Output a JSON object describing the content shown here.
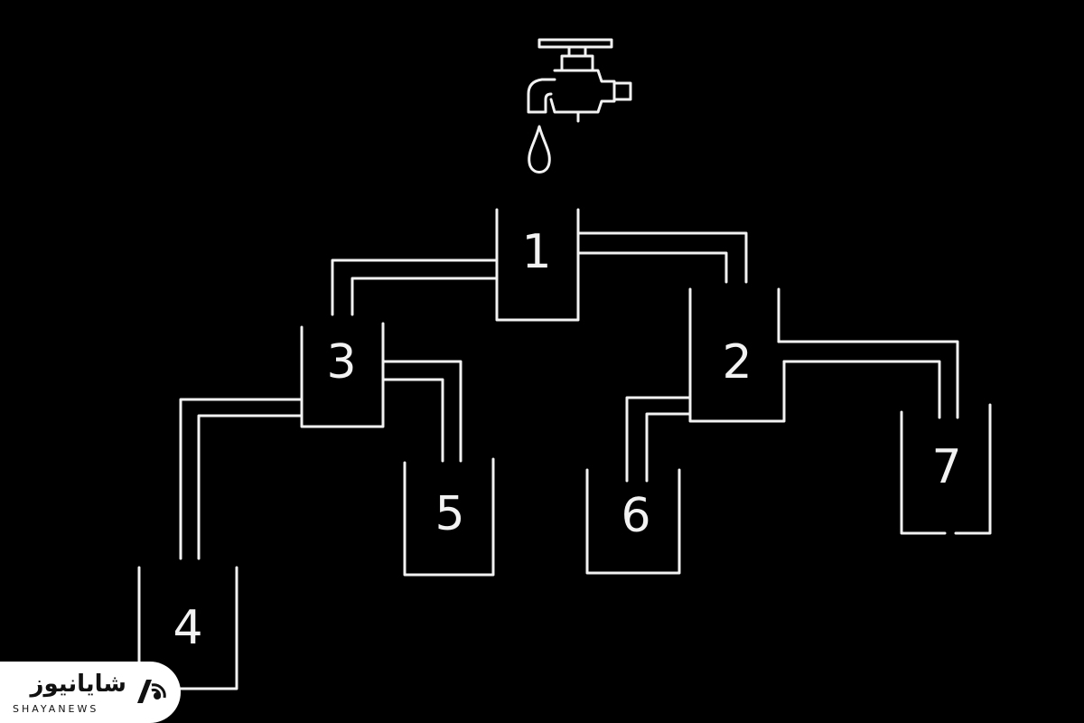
{
  "diagram": {
    "containers": [
      {
        "id": "c1",
        "label": "1"
      },
      {
        "id": "c2",
        "label": "2"
      },
      {
        "id": "c3",
        "label": "3"
      },
      {
        "id": "c4",
        "label": "4"
      },
      {
        "id": "c5",
        "label": "5"
      },
      {
        "id": "c6",
        "label": "6"
      },
      {
        "id": "c7",
        "label": "7"
      }
    ]
  },
  "watermark": {
    "brand": "شایانیوز",
    "brand_latin": "SHAYANEWS"
  },
  "colors": {
    "background": "#000000",
    "stroke": "#f2f2f2"
  }
}
